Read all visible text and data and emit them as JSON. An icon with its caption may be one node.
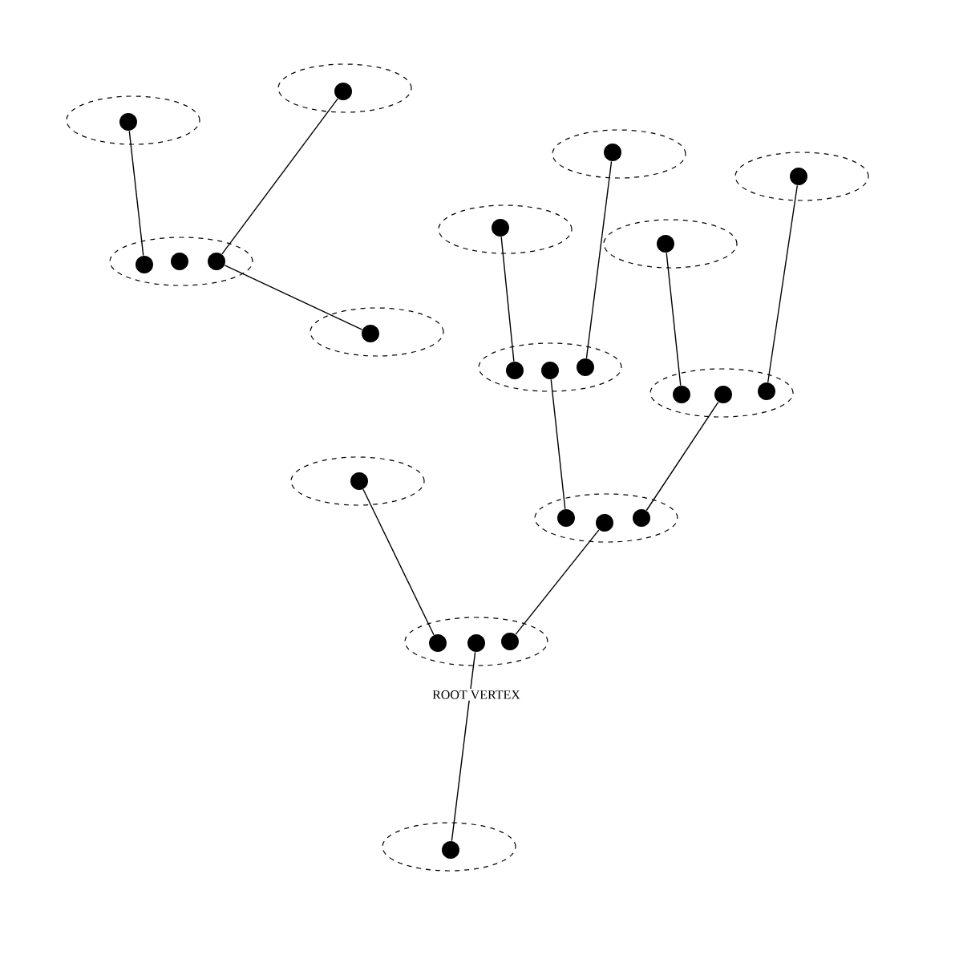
{
  "diagram": {
    "nodes": [
      {
        "text": [],
        "shape": "ellipse"
      },
      {
        "text": [],
        "shape": "circle",
        "in": 0
      },
      {
        "text": [],
        "shape": "ellipse"
      },
      {
        "text": [],
        "shape": "circle",
        "in": 2
      },
      {
        "text": [],
        "shape": "ellipse"
      },
      {
        "text": [],
        "shape": "circle",
        "in": 4
      },
      {
        "text": [],
        "shape": "circle",
        "in": 4
      },
      {
        "text": [],
        "shape": "circle",
        "in": 4
      },
      {
        "text": [],
        "shape": "ellipse"
      },
      {
        "text": [],
        "shape": "circle",
        "in": 8
      },
      {
        "text": [],
        "shape": "ellipse"
      },
      {
        "text": [],
        "shape": "circle",
        "in": 10
      },
      {
        "text": [],
        "shape": "ellipse"
      },
      {
        "text": [],
        "shape": "circle",
        "in": 12
      },
      {
        "text": [],
        "shape": "ellipse"
      },
      {
        "text": [],
        "shape": "circle",
        "in": 14
      },
      {
        "text": [],
        "shape": "circle",
        "in": 14
      },
      {
        "text": [],
        "shape": "circle",
        "in": 14
      },
      {
        "text": [],
        "shape": "ellipse"
      },
      {
        "text": [],
        "shape": "circle",
        "in": 18
      },
      {
        "text": [],
        "shape": "ellipse"
      },
      {
        "text": [],
        "shape": "circle",
        "in": 20
      },
      {
        "text": [],
        "shape": "ellipse"
      },
      {
        "text": [],
        "shape": "circle",
        "in": 22
      },
      {
        "text": [],
        "shape": "circle",
        "in": 22
      },
      {
        "text": [],
        "shape": "circle",
        "in": 22
      },
      {
        "text": [],
        "shape": "ellipse"
      },
      {
        "text": [],
        "shape": "circle",
        "in": 26
      },
      {
        "text": [],
        "shape": "ellipse"
      },
      {
        "text": [],
        "shape": "circle",
        "in": 28
      },
      {
        "text": [],
        "shape": "circle",
        "in": 28
      },
      {
        "text": [],
        "shape": "circle",
        "in": 28
      },
      {
        "text": [],
        "shape": "ellipse",
        "beside": [
          "ROOT VERTEX"
        ]
      },
      {
        "text": [],
        "shape": "circle",
        "in": 32
      },
      {
        "text": [],
        "shape": "circle",
        "in": 32
      },
      {
        "text": [],
        "shape": "circle",
        "in": 32
      },
      {
        "text": [],
        "shape": "ellipse"
      },
      {
        "text": [],
        "shape": "circle",
        "in": 36
      }
    ],
    "edges": [
      {
        "from": 1,
        "to": 5,
        "arrow": "none"
      },
      {
        "from": 3,
        "to": 7,
        "arrow": "none"
      },
      {
        "from": 7,
        "to": 9,
        "arrow": "none"
      },
      {
        "from": 11,
        "to": 15,
        "arrow": "none"
      },
      {
        "from": 13,
        "to": 17,
        "arrow": "none"
      },
      {
        "from": 19,
        "to": 23,
        "arrow": "none"
      },
      {
        "from": 21,
        "to": 25,
        "arrow": "none"
      },
      {
        "from": 16,
        "to": 29,
        "arrow": "none"
      },
      {
        "from": 24,
        "to": 31,
        "arrow": "none"
      },
      {
        "from": 30,
        "to": 35,
        "arrow": "none"
      },
      {
        "from": 27,
        "to": 33,
        "arrow": "none"
      },
      {
        "from": 34,
        "to": 37,
        "arrow": "none"
      }
    ]
  }
}
